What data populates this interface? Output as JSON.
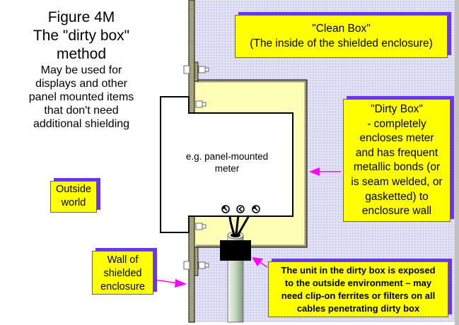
{
  "figure": {
    "number": "Figure 4M",
    "title": "The \"dirty box\"",
    "title_cont": "method",
    "subtitle_lines": [
      "May be used for",
      "displays and other",
      "panel mounted items",
      "that don't need",
      "additional shielding"
    ]
  },
  "labels": {
    "clean_box": {
      "lines": [
        "\"Clean Box\"",
        "(The inside of the shielded enclosure)"
      ]
    },
    "dirty_box": {
      "lines": [
        "\"Dirty Box\"",
        "- completely",
        "encloses meter",
        "and has frequent",
        "metallic bonds (or",
        "is seam welded, or",
        "gasketted) to",
        "enclosure wall"
      ]
    },
    "meter": {
      "lines": [
        "e.g. panel-mounted",
        "meter"
      ]
    },
    "outside_world": {
      "lines": [
        "Outside",
        "world"
      ]
    },
    "wall": {
      "lines": [
        "Wall of",
        "shielded",
        "enclosure"
      ]
    },
    "exposure_note": {
      "lines": [
        "The unit in the dirty box is exposed",
        "to the outside environment – may",
        "need clip-on ferrites or filters on all",
        "cables penetrating dirty box"
      ]
    }
  },
  "colors": {
    "clean_box_fill": "#d8d8f8",
    "dirty_box_fill": "#ffffb0",
    "callout_fill": "#ffff00",
    "callout_shadow": "#6633ff",
    "wall_fill": "#9a9a72",
    "arrow": "#ff00ff",
    "ferrite": "#000000",
    "cable_conduit": "#c8d8c0"
  }
}
